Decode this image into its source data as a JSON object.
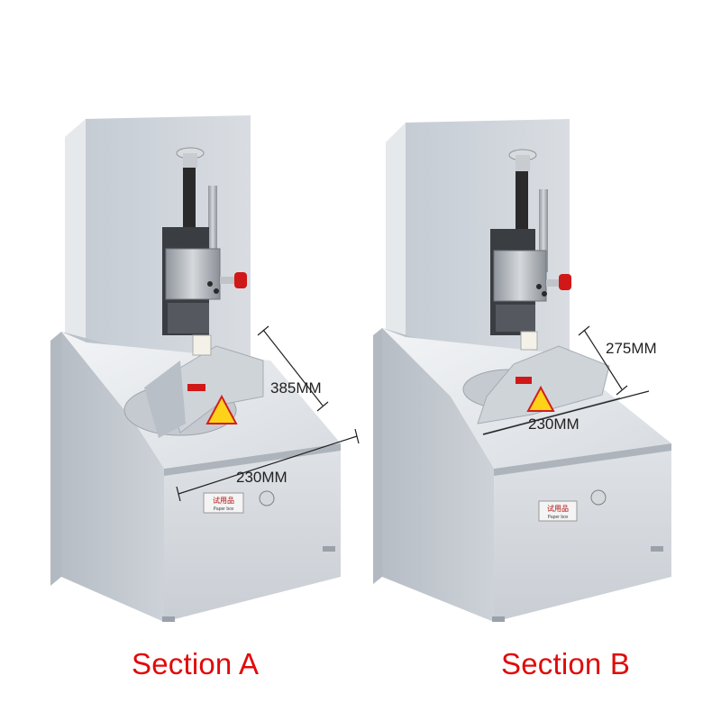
{
  "machines": [
    {
      "section_label": "Section A",
      "height_label": "385MM",
      "width_label": "230MM",
      "panel_label": "试用品",
      "panel_sublabel": "Paper box"
    },
    {
      "section_label": "Section B",
      "height_label": "275MM",
      "width_label": "230MM",
      "panel_label": "试用品",
      "panel_sublabel": "Paper box"
    }
  ],
  "colors": {
    "caption": "#e10a0a",
    "body_light": "#d4d8de",
    "body_mid": "#bcc2ca",
    "body_dark": "#9aa1aa",
    "tower_front": "#c9cfd6",
    "tower_side": "#e3e6ea",
    "table_top": "#e8ebee",
    "column": "#2a2a2a",
    "handle_red": "#d01818",
    "warning_yellow": "#ffd21a",
    "warning_red": "#d02020"
  }
}
